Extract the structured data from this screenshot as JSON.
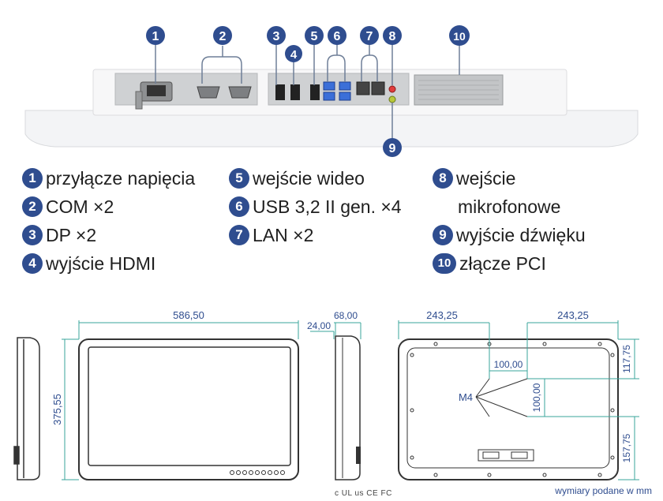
{
  "callouts": [
    "1",
    "2",
    "3",
    "4",
    "5",
    "6",
    "7",
    "8",
    "9",
    "10"
  ],
  "legend": [
    {
      "num": "1",
      "label": "przyłącze napięcia"
    },
    {
      "num": "2",
      "label": "COM ×2"
    },
    {
      "num": "3",
      "label": "DP ×2"
    },
    {
      "num": "4",
      "label": "wyjście HDMI"
    },
    {
      "num": "5",
      "label": "wejście wideo"
    },
    {
      "num": "6",
      "label": "USB 3,2 II gen. ×4"
    },
    {
      "num": "7",
      "label": "LAN ×2"
    },
    {
      "num": "8",
      "label": "wejście",
      "label2": "mikrofonowe"
    },
    {
      "num": "9",
      "label": "wyjście dźwięku"
    },
    {
      "num": "10",
      "label": "złącze PCI"
    }
  ],
  "dimensions": {
    "width": "586,50",
    "height": "375,55",
    "depth_total": "68,00",
    "depth_bezel": "24,00",
    "rear_half_left": "243,25",
    "rear_half_right": "243,25",
    "vesa_h": "100,00",
    "vesa_v": "100,00",
    "top_offset": "117,75",
    "bottom_offset": "157,75",
    "screw": "M4"
  },
  "certifications": "c UL us  CE  FC",
  "footnote": "wymiary podane w mm",
  "colors": {
    "accent": "#2f4d8f",
    "dim_line": "#3aa59b",
    "dim_text": "#2f4d8f"
  }
}
